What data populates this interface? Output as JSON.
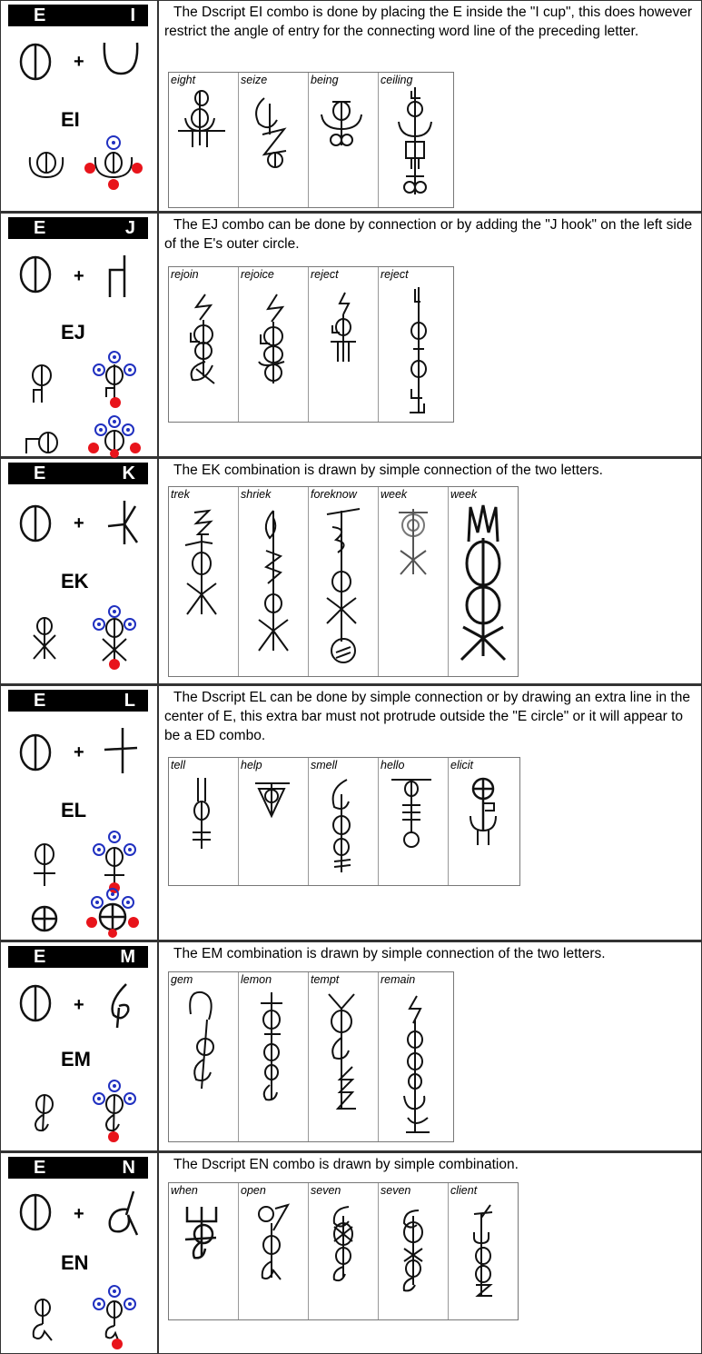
{
  "sections": [
    {
      "letter1": "E",
      "letter2": "I",
      "combo": "EI",
      "description": "The Dscript EI combo is done by placing the E inside the \"I cup\", this does however restrict the angle of entry for the connecting word line of the preceding letter.",
      "words": [
        "eight",
        "seize",
        "being",
        "ceiling"
      ]
    },
    {
      "letter1": "E",
      "letter2": "J",
      "combo": "EJ",
      "description": "The EJ combo can be done by connection or by adding the \"J hook\" on the left side of the E's outer circle.",
      "words": [
        "rejoin",
        "rejoice",
        "reject",
        "reject"
      ]
    },
    {
      "letter1": "E",
      "letter2": "K",
      "combo": "EK",
      "description": "The EK combination is drawn by simple connection of the two letters.",
      "words": [
        "trek",
        "shriek",
        "foreknow",
        "week",
        "week"
      ]
    },
    {
      "letter1": "E",
      "letter2": "L",
      "combo": "EL",
      "description": "The Dscript EL can be done by simple connection or by drawing an extra line in the center of E, this extra bar must not protrude outside the \"E circle\" or it will appear to be a ED combo.",
      "words": [
        "tell",
        "help",
        "smell",
        "hello",
        "elicit"
      ]
    },
    {
      "letter1": "E",
      "letter2": "M",
      "combo": "EM",
      "description": "The EM combination is drawn by simple connection of the two letters.",
      "words": [
        "gem",
        "lemon",
        "tempt",
        "remain"
      ]
    },
    {
      "letter1": "E",
      "letter2": "N",
      "combo": "EN",
      "description": "The Dscript EN combo is drawn by simple combination.",
      "words": [
        "when",
        "open",
        "seven",
        "seven",
        "client"
      ]
    }
  ],
  "plus_sign": "+",
  "colors": {
    "banner": "#000000",
    "marker_red": "#e8141b",
    "marker_blue": "#2030c0",
    "ink": "#111111"
  }
}
